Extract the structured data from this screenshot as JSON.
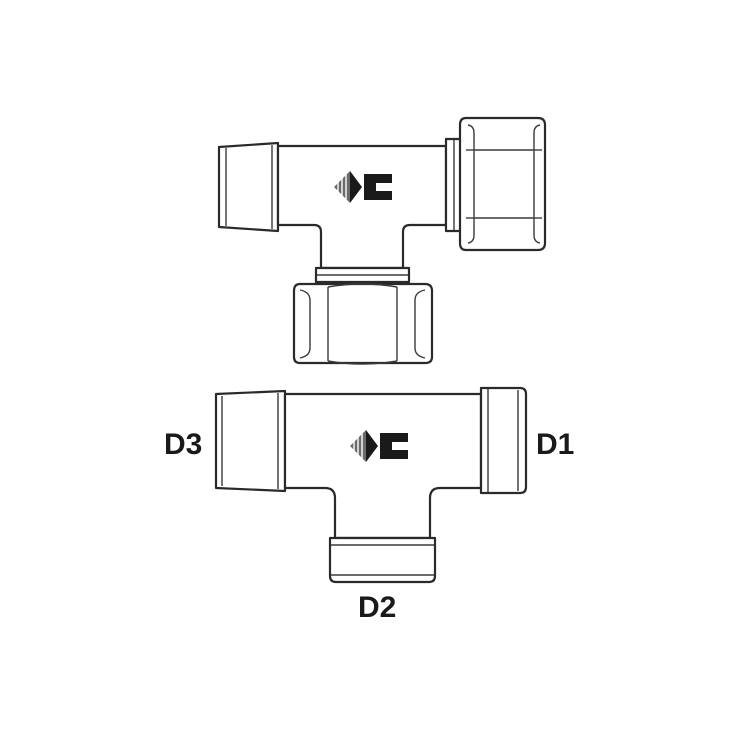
{
  "labels": {
    "d1": "D1",
    "d2": "D2",
    "d3": "D3"
  },
  "colors": {
    "line": "#2a2a2a",
    "background": "#ffffff",
    "text": "#1a1a1a"
  },
  "icons": [
    "brand-logo-icon",
    "brand-logo-icon"
  ]
}
